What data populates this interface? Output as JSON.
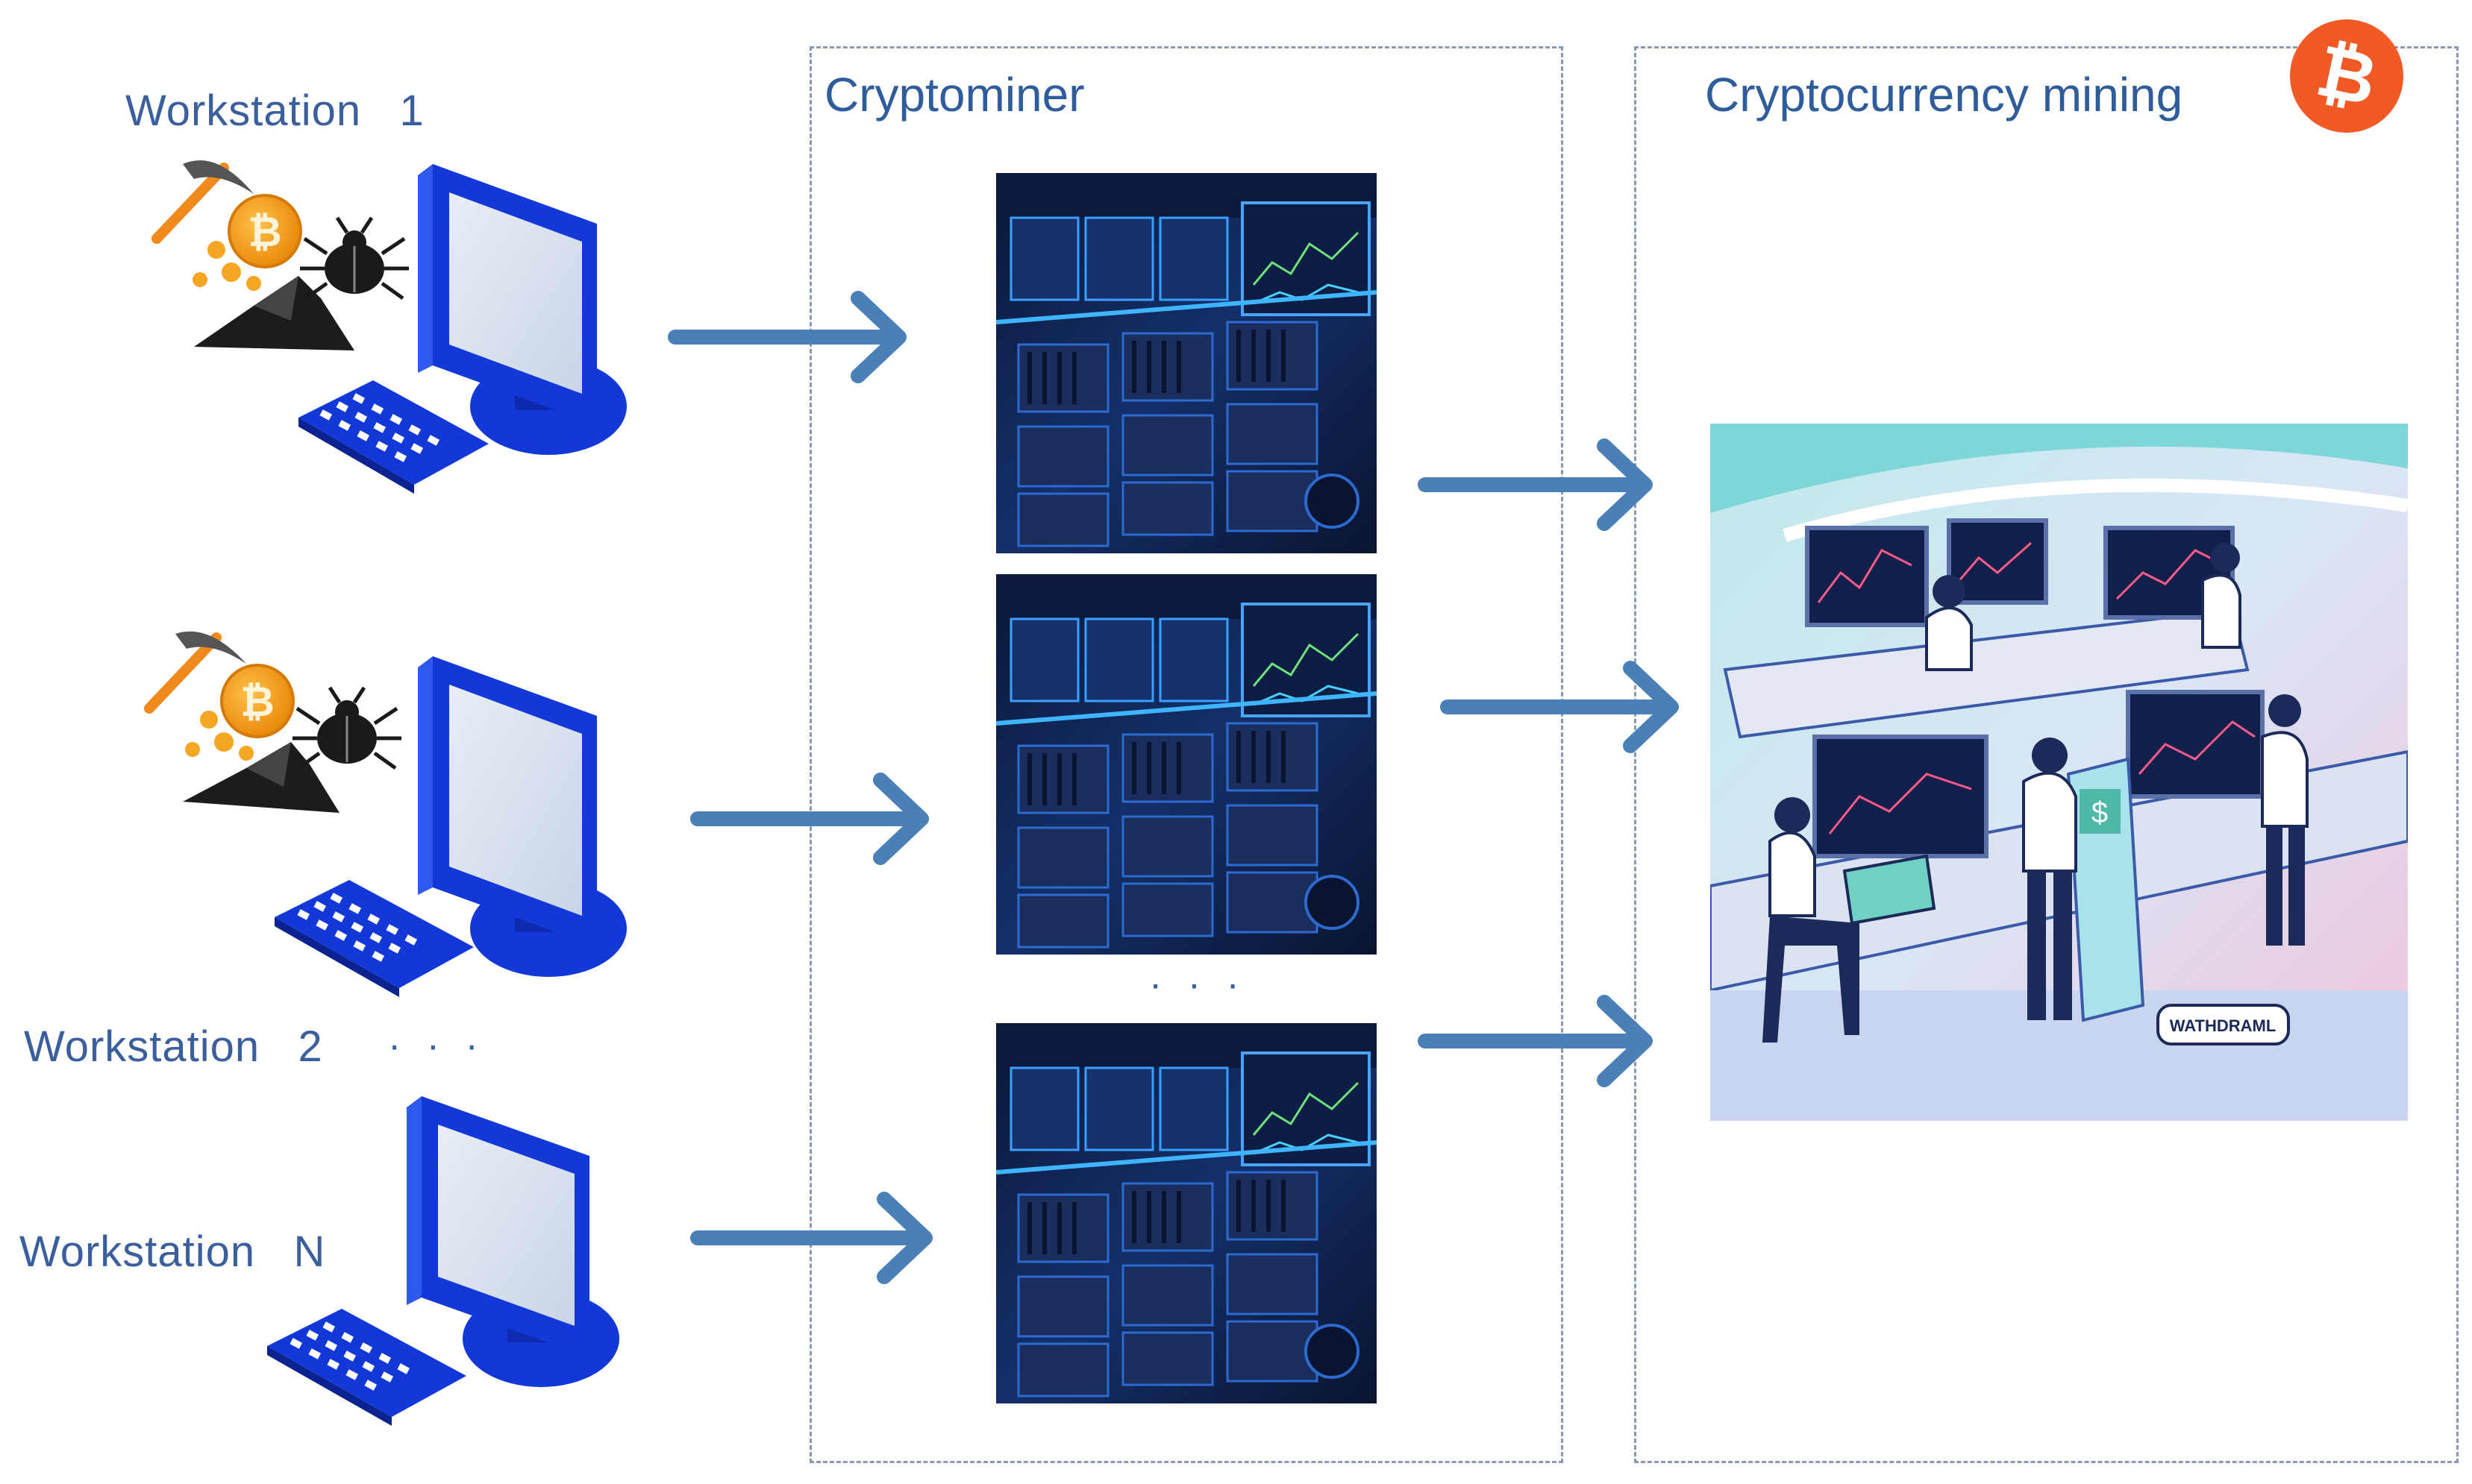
{
  "workstations": [
    {
      "label": "Workstation   1",
      "infected": true
    },
    {
      "label": "Workstation   2",
      "infected": true
    },
    {
      "label": "Workstation   N",
      "infected": false
    }
  ],
  "workstation_ellipsis": "· · ·",
  "cryptominer": {
    "title": "Cryptominer",
    "rig_count": 3,
    "ellipsis": "· · ·"
  },
  "mining": {
    "title": "Cryptocurrency mining",
    "badge_icon": "bitcoin-icon",
    "sign_text": "WATHDRAML"
  },
  "colors": {
    "arrow": "#4a7fb8",
    "monitor": "#1238d8",
    "coin": "#f29a1e",
    "label": "#3a5f9c",
    "bitcoin_badge": "#f15a24"
  }
}
